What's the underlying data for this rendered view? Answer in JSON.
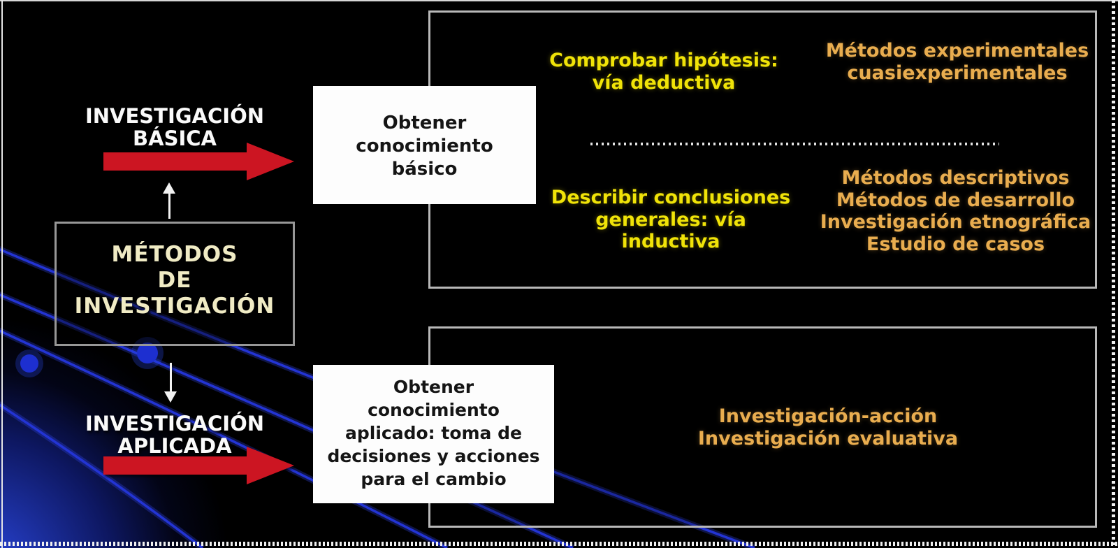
{
  "colors": {
    "background": "#000000",
    "arrow_red": "#cc1522",
    "text_yellow": "#f0e308",
    "text_orange": "#e9ad4f",
    "text_cream": "#f0ebc4",
    "text_white": "#fafafa",
    "orbit_blue": "#2334d4",
    "panel_border": "#b8b8b8",
    "outcome_box_bg": "#fdfdfd"
  },
  "left": {
    "basic_label": {
      "lines": [
        "INVESTIGACIÓN",
        "BÁSICA"
      ]
    },
    "methods_box": {
      "lines": [
        "MÉTODOS",
        "DE",
        "INVESTIGACIÓN"
      ]
    },
    "applied_label": {
      "lines": [
        "INVESTIGACIÓN",
        "APLICADA"
      ]
    }
  },
  "outcome_boxes": {
    "basic": {
      "lines": [
        "Obtener",
        "conocimiento",
        "básico"
      ]
    },
    "applied": {
      "lines": [
        "Obtener",
        "conocimiento",
        "aplicado: toma de",
        "decisiones y acciones",
        "para el cambio"
      ]
    }
  },
  "basic_panel": {
    "deductive": {
      "lines": [
        "Comprobar hipótesis:",
        "vía deductiva"
      ]
    },
    "experimental": {
      "lines": [
        "Métodos experimentales",
        "cuasiexperimentales"
      ]
    },
    "inductive": {
      "lines": [
        "Describir conclusiones",
        "generales: vía",
        "inductiva"
      ]
    },
    "descriptive": {
      "lines": [
        "Métodos descriptivos",
        "Métodos de desarrollo",
        "Investigación etnográfica",
        "Estudio de casos"
      ]
    }
  },
  "applied_panel": {
    "methods": {
      "lines": [
        "Investigación-acción",
        "Investigación evaluativa"
      ]
    }
  }
}
